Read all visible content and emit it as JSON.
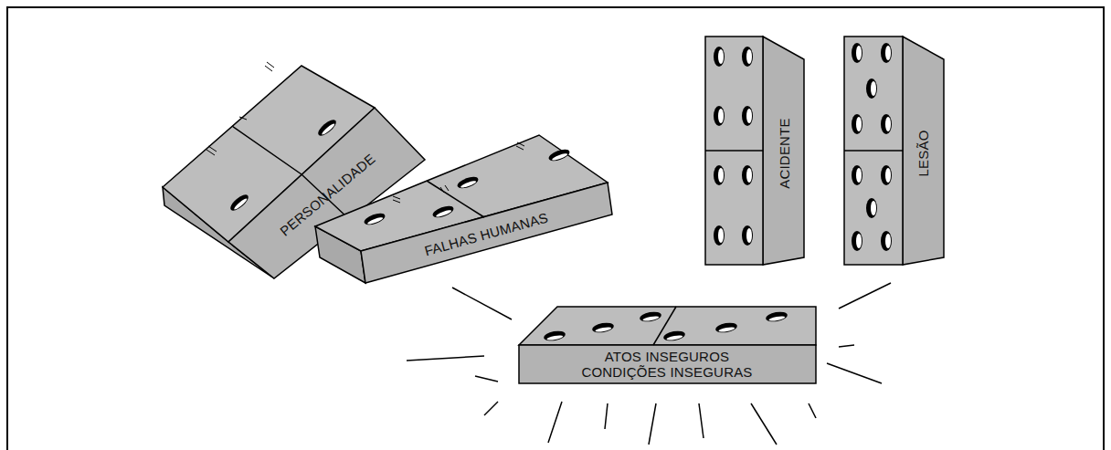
{
  "diagram": {
    "nodes": [
      {
        "text": [
          "PERSONALIDADE"
        ]
      },
      {
        "text": [
          "FALHAS HUMANAS"
        ]
      },
      {
        "text": [
          "ACIDENTE"
        ]
      },
      {
        "text": [
          "LESÃO"
        ]
      },
      {
        "text": [
          "ATOS INSEGUROS",
          "CONDIÇÕES INSEGURAS"
        ]
      }
    ]
  }
}
